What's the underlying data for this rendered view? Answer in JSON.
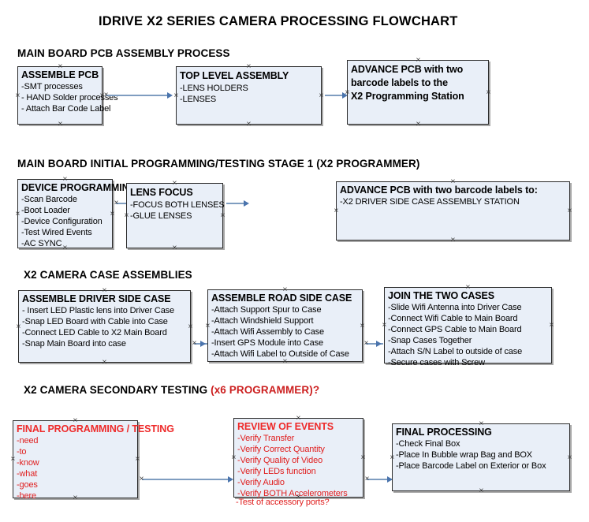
{
  "document": {
    "title": "IDRIVE X2  SERIES CAMERA PROCESSING FLOWCHART"
  },
  "colors": {
    "node_fill": "#e9eff8",
    "node_border": "#2b2b2b",
    "connector": "#7f9dc0",
    "accent_red": "#e02020",
    "text": "#000000"
  },
  "sections": [
    {
      "id": "main-board-pcb-assembly",
      "heading": "MAIN BOARD PCB ASSEMBLY PROCESS",
      "heading_accent": "",
      "nodes": [
        {
          "id": "assemble-pcb",
          "header": "ASSEMBLE PCB",
          "items": [
            "-SMT processes",
            "- HAND Solder processes",
            "- Attach Bar Code Label"
          ]
        },
        {
          "id": "top-level-assembly",
          "header": "TOP LEVEL ASSEMBLY",
          "items": [
            "-LENS HOLDERS",
            "-LENSES"
          ]
        },
        {
          "id": "advance-pcb-programming-station",
          "header": "ADVANCE PCB with two",
          "items": [
            "barcode labels to the",
            " X2 Programming Station"
          ]
        }
      ]
    },
    {
      "id": "main-board-initial-programming",
      "heading": "MAIN BOARD INITIAL PROGRAMMING/TESTING STAGE 1 (X2 PROGRAMMER)",
      "heading_accent": "",
      "nodes": [
        {
          "id": "device-programming",
          "header": "DEVICE PROGRAMMING",
          "items": [
            "-Scan Barcode",
            "-Boot Loader",
            "-Device Configuration",
            "-Test Wired Events",
            "-AC SYNC"
          ]
        },
        {
          "id": "lens-focus",
          "header": "LENS FOCUS",
          "items": [
            "-FOCUS BOTH LENSES",
            "-GLUE LENSES"
          ]
        },
        {
          "id": "advance-pcb-driver-side-station",
          "header": "ADVANCE PCB with two barcode labels to:",
          "items": [
            "-X2 DRIVER  SIDE  CASE  ASSEMBLY STATION"
          ]
        }
      ]
    },
    {
      "id": "x2-camera-case-assemblies",
      "heading": "X2 CAMERA CASE ASSEMBLIES",
      "heading_accent": "",
      "nodes": [
        {
          "id": "assemble-driver-side-case",
          "header": "ASSEMBLE DRIVER SIDE CASE",
          "items": [
            "- Insert LED Plastic lens into Driver Case",
            "-Snap LED Board with Cable into Case",
            "-Connect LED Cable to X2 Main Board",
            "-Snap Main Board into case"
          ]
        },
        {
          "id": "assemble-road-side-case",
          "header": "ASSEMBLE ROAD SIDE CASE",
          "items": [
            "-Attach Support Spur to Case",
            "-Attach Windshield Support",
            "-Attach Wifi Assembly to Case",
            "-Insert GPS Module into Case",
            "-Attach Wifi Label to Outside of Case"
          ]
        },
        {
          "id": "join-the-two-cases",
          "header": "JOIN THE TWO CASES",
          "items": [
            "-Slide Wifi Antenna into Driver Case",
            "-Connect Wifi Cable to Main Board",
            "-Connect GPS Cable to Main Board",
            "-Snap Cases Together",
            "-Attach S/N Label to outside of case",
            "-Secure cases with Screw"
          ]
        }
      ]
    },
    {
      "id": "x2-camera-secondary-testing",
      "heading": "X2 CAMERA SECONDARY TESTING ",
      "heading_accent": "(x6 PROGRAMMER)?",
      "nodes": [
        {
          "id": "final-programming-testing",
          "header": "FINAL PROGRAMMING / TESTING",
          "items": [
            "-need",
            "-to",
            "-know",
            "-what",
            "-goes",
            "-here"
          ]
        },
        {
          "id": "review-of-events",
          "header": "REVIEW OF EVENTS",
          "items": [
            "-Verify Transfer",
            "-Verify Correct Quantity",
            "-Verify Quality of Video",
            "-Verify LEDs function",
            "-Verify Audio",
            "-Verify BOTH Accelerometers"
          ],
          "overflow_item": "-Test of accessory ports?"
        },
        {
          "id": "final-processing",
          "header": "FINAL PROCESSING",
          "items": [
            " -Check Final Box",
            "-Place In Bubble wrap Bag and BOX",
            "-Place Barcode Label on Exterior or Box"
          ]
        }
      ]
    }
  ]
}
